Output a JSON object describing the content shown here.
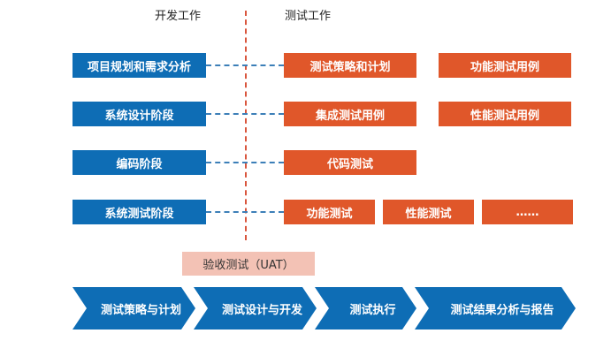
{
  "headers": {
    "dev": "开发工作",
    "test": "测试工作"
  },
  "dev_stages": [
    "项目规划和需求分析",
    "系统设计阶段",
    "编码阶段",
    "系统测试阶段"
  ],
  "test_work": {
    "row1": [
      "测试策略和计划",
      "功能测试用例"
    ],
    "row2": [
      "集成测试用例",
      "性能测试用例"
    ],
    "row3": [
      "代码测试"
    ],
    "row4": [
      "功能测试",
      "性能测试",
      "……"
    ]
  },
  "acceptance": "验收测试（UAT）",
  "process_steps": [
    "测试策略与计划",
    "测试设计与开发",
    "测试执行",
    "测试结果分析与报告"
  ],
  "colors": {
    "blue": "#0e6db5",
    "orange": "#e0572a",
    "pink": "#f3c2b5",
    "divider": "#d9553d"
  }
}
